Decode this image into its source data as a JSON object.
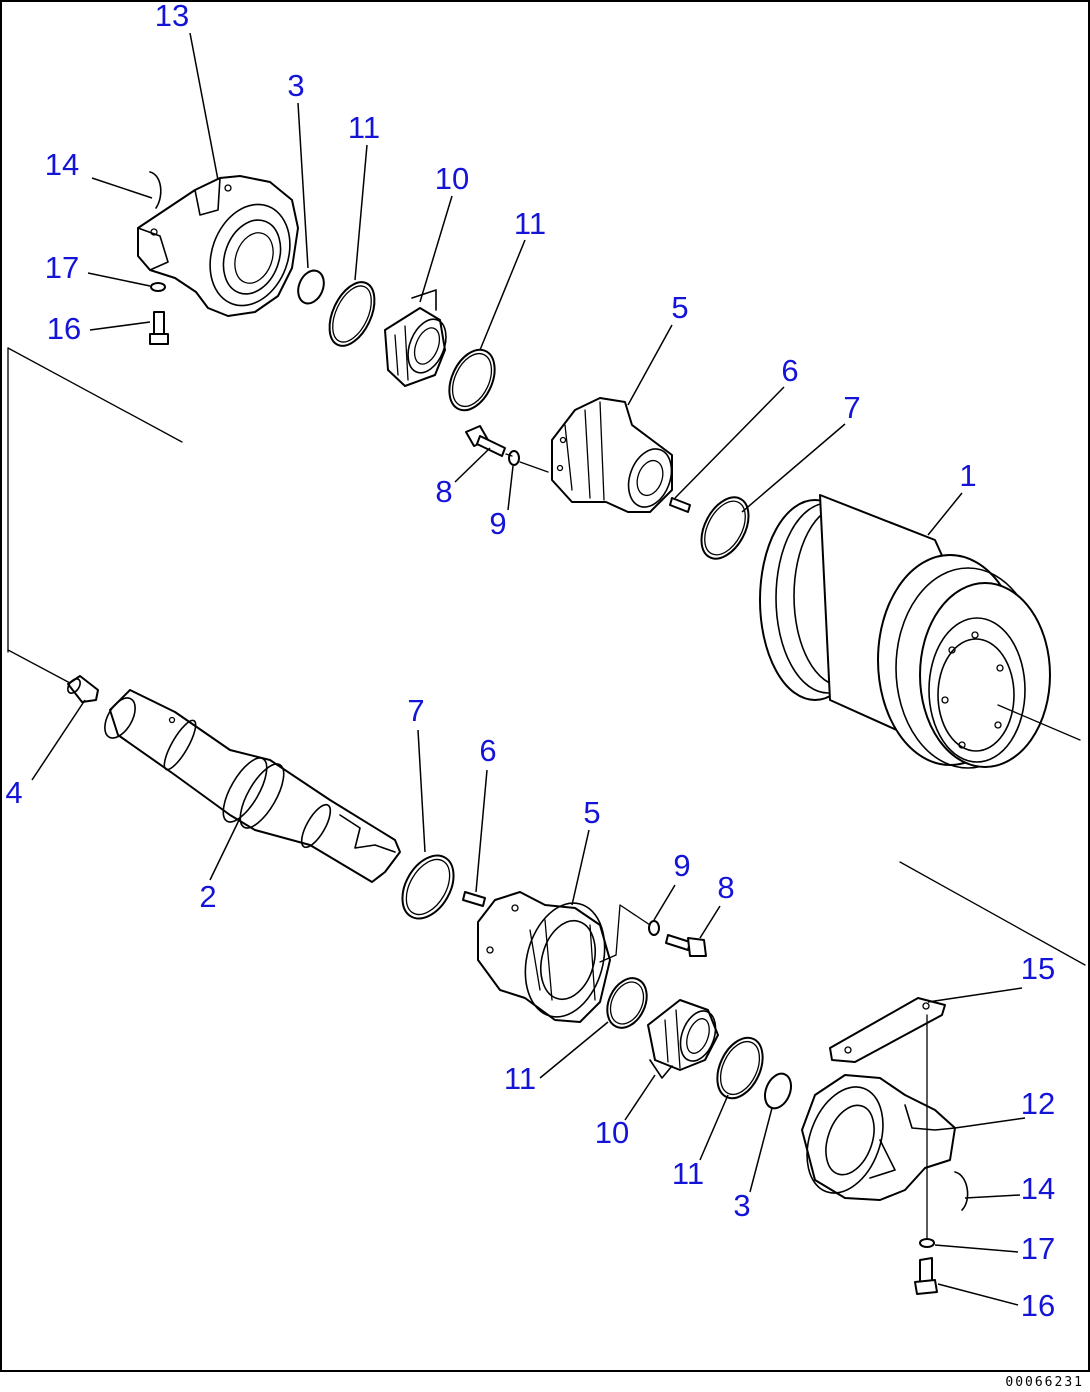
{
  "drawing": {
    "code": "00066231",
    "callouts": {
      "p13": "13",
      "p3a": "3",
      "p11a": "11",
      "p10a": "10",
      "p11b": "11",
      "p14a": "14",
      "p17a": "17",
      "p16a": "16",
      "p5a": "5",
      "p6a": "6",
      "p7a": "7",
      "p1": "1",
      "p8a": "8",
      "p9a": "9",
      "p7b": "7",
      "p6b": "6",
      "p5b": "5",
      "p9b": "9",
      "p8b": "8",
      "p4": "4",
      "p2": "2",
      "p15": "15",
      "p12": "12",
      "p11c": "11",
      "p10b": "10",
      "p11d": "11",
      "p3b": "3",
      "p14b": "14",
      "p17b": "17",
      "p16b": "16"
    }
  }
}
